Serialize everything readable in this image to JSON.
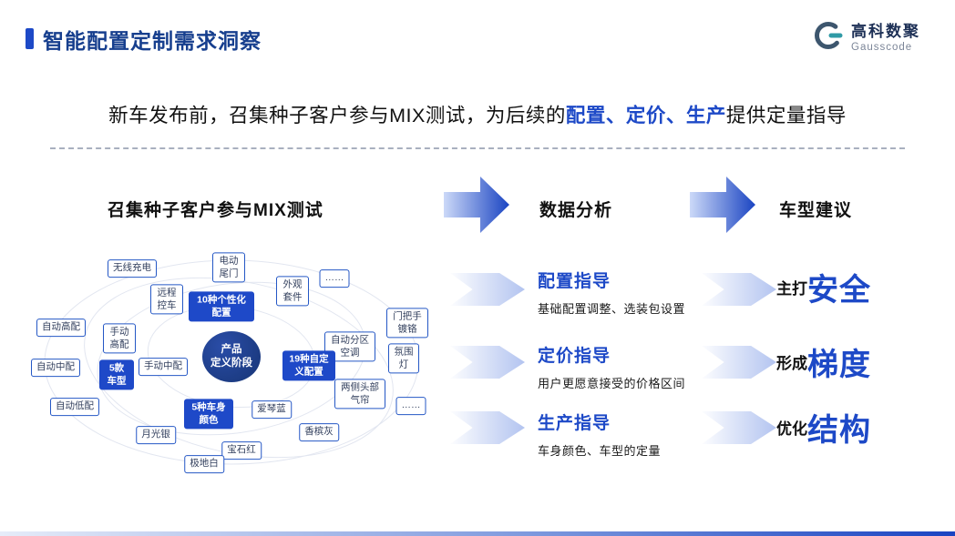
{
  "header": {
    "title": "智能配置定制需求洞察",
    "logo_name": "高科数聚",
    "logo_sub": "Gausscode"
  },
  "subtitle": {
    "pre": "新车发布前，召集种子客户参与MIX测试，为后续的",
    "highlight": "配置、定价、生产",
    "post": "提供定量指导"
  },
  "flow": {
    "left_title": "召集种子客户参与MIX测试",
    "mid_title": "数据分析",
    "right_title": "车型建议"
  },
  "analysis": [
    {
      "title": "配置指导",
      "desc": "基础配置调整、选装包设置"
    },
    {
      "title": "定价指导",
      "desc": "用户更愿意接受的价格区间"
    },
    {
      "title": "生产指导",
      "desc": "车身颜色、车型的定量"
    }
  ],
  "suggestions": [
    {
      "prefix": "主打",
      "word": "安全"
    },
    {
      "prefix": "形成",
      "word": "梯度"
    },
    {
      "prefix": "优化",
      "word": "结构"
    }
  ],
  "diagram": {
    "center_line1": "产品",
    "center_line2": "定义阶段",
    "nodes": [
      {
        "label": "无线充电"
      },
      {
        "label": "电动尾门"
      },
      {
        "label": "……"
      },
      {
        "label": "外观套件"
      },
      {
        "label": "远程控车"
      },
      {
        "label": "10种个性化配置"
      },
      {
        "label": "自动高配"
      },
      {
        "label": "手动高配"
      },
      {
        "label": "门把手镀铬"
      },
      {
        "label": "自动分区空调"
      },
      {
        "label": "氛围灯"
      },
      {
        "label": "自动中配"
      },
      {
        "label": "手动中配"
      },
      {
        "label": "5款车型"
      },
      {
        "label": "19种自定义配置"
      },
      {
        "label": "两侧头部气帘"
      },
      {
        "label": "……"
      },
      {
        "label": "自动低配"
      },
      {
        "label": "爱琴蓝"
      },
      {
        "label": "5种车身颜色"
      },
      {
        "label": "香槟灰"
      },
      {
        "label": "月光银"
      },
      {
        "label": "宝石红"
      },
      {
        "label": "极地白"
      }
    ]
  },
  "colors": {
    "accent_blue": "#1d49c7",
    "title_navy": "#173f8e"
  }
}
